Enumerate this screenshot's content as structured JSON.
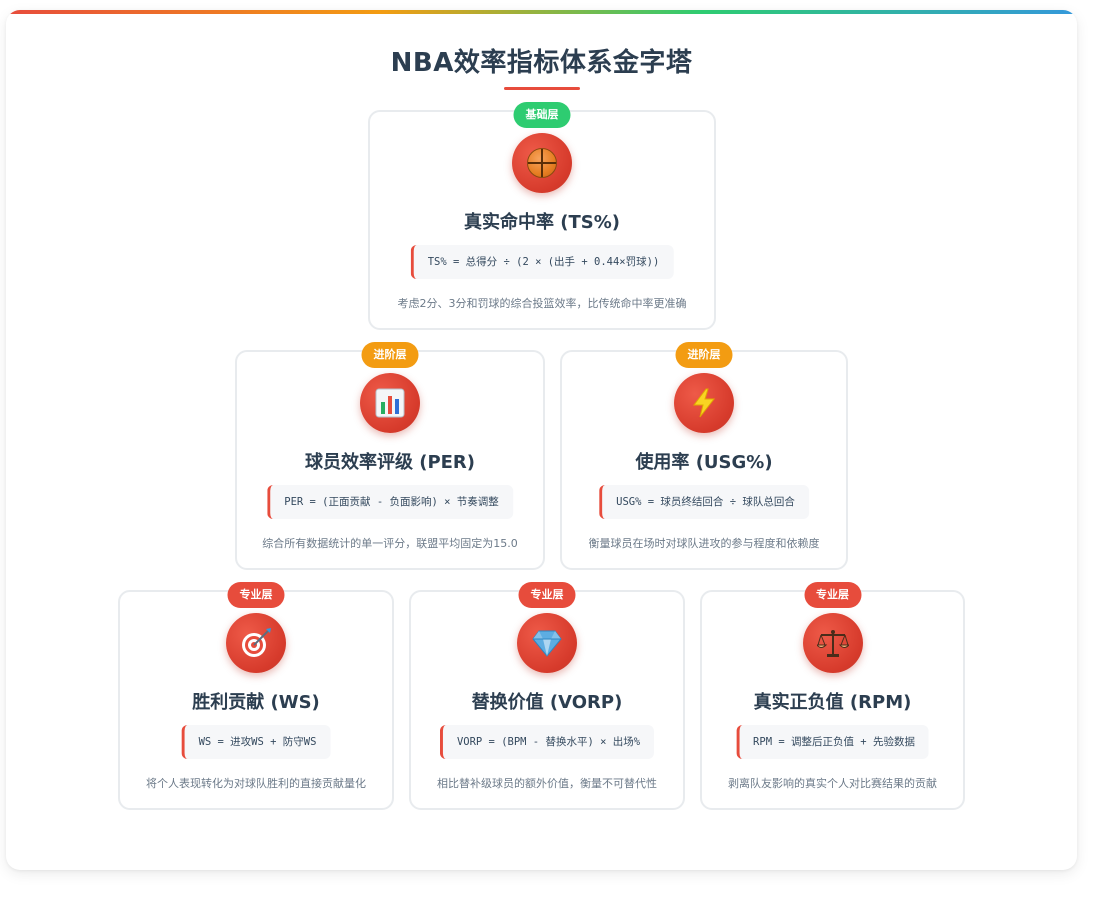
{
  "title": "NBA效率指标体系金字塔",
  "colors": {
    "accent": "#e74c3c",
    "basic": "#2ecc71",
    "advanced": "#f39c12",
    "professional": "#e74c3c",
    "heading": "#2c3e50"
  },
  "cards": [
    {
      "badge": "基础层",
      "icon": "basketball-icon",
      "title": "真实命中率 (TS%)",
      "formula": "TS% = 总得分 ÷ (2 × (出手 + 0.44×罚球))",
      "desc": "考虑2分、3分和罚球的综合投篮效率，比传统命中率更准确"
    },
    {
      "badge": "进阶层",
      "icon": "bar-chart-icon",
      "title": "球员效率评级 (PER)",
      "formula": "PER = (正面贡献 - 负面影响) × 节奏调整",
      "desc": "综合所有数据统计的单一评分，联盟平均固定为15.0"
    },
    {
      "badge": "进阶层",
      "icon": "lightning-icon",
      "title": "使用率 (USG%)",
      "formula": "USG% = 球员终结回合 ÷ 球队总回合",
      "desc": "衡量球员在场时对球队进攻的参与程度和依赖度"
    },
    {
      "badge": "专业层",
      "icon": "target-icon",
      "title": "胜利贡献 (WS)",
      "formula": "WS = 进攻WS + 防守WS",
      "desc": "将个人表现转化为对球队胜利的直接贡献量化"
    },
    {
      "badge": "专业层",
      "icon": "diamond-icon",
      "title": "替换价值 (VORP)",
      "formula": "VORP = (BPM - 替换水平) × 出场%",
      "desc": "相比替补级球员的额外价值，衡量不可替代性"
    },
    {
      "badge": "专业层",
      "icon": "scales-icon",
      "title": "真实正负值 (RPM)",
      "formula": "RPM = 调整后正负值 + 先验数据",
      "desc": "剥离队友影响的真实个人对比赛结果的贡献"
    }
  ]
}
